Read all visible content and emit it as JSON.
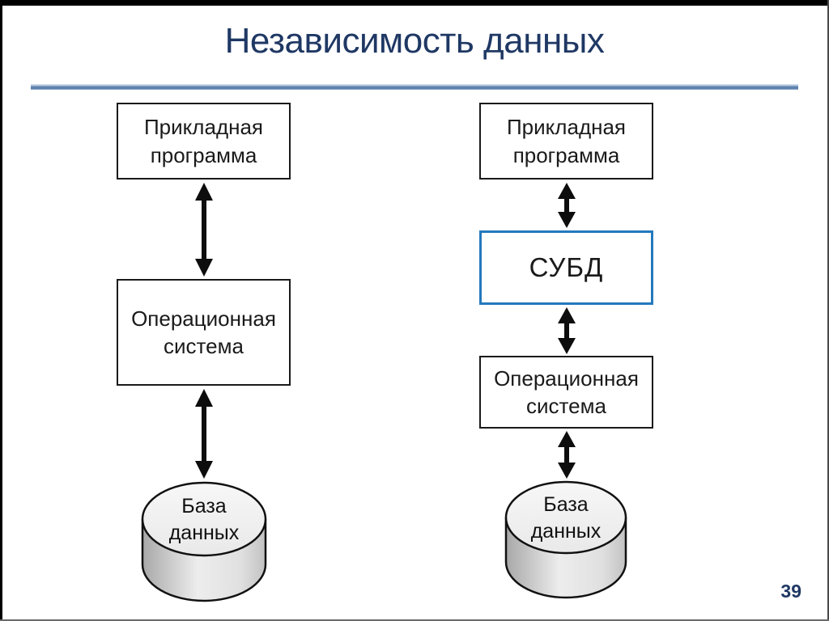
{
  "slide": {
    "title": "Независимость данных",
    "page_number": "39",
    "colors": {
      "title": "#1f3864",
      "divider": "#5e82ae",
      "dbms_border": "#2379bd",
      "box_border": "#1a1a1a"
    }
  },
  "left_diagram": {
    "app_box": "Прикладная программа",
    "os_box": "Операционная система",
    "db_label": "База данных"
  },
  "right_diagram": {
    "app_box": "Прикладная программа",
    "dbms_box": "СУБД",
    "os_box": "Операционная система",
    "db_label": "База данных"
  }
}
